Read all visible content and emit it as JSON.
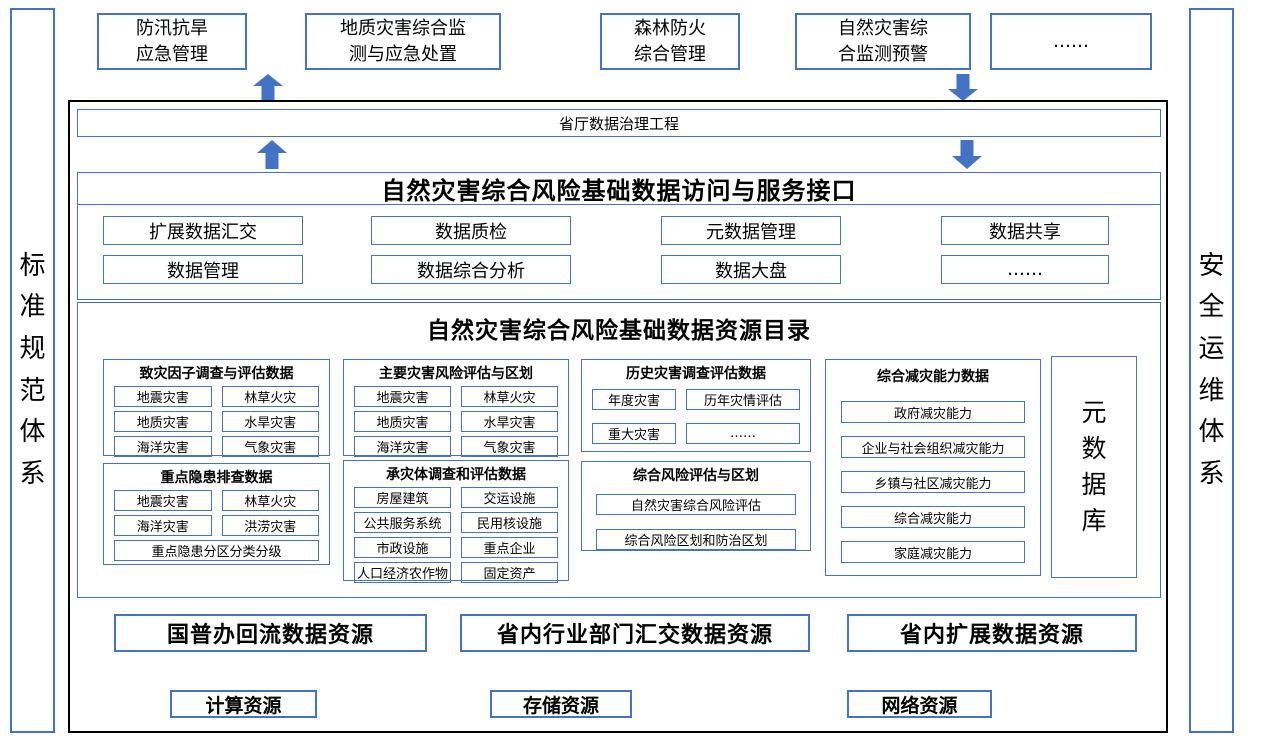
{
  "colors": {
    "border_blue": "#4472C4",
    "arrow_blue": "#4472C4",
    "frame_black": "#000000"
  },
  "pillars": {
    "left": "标准规范体系",
    "right": "安全运维体系"
  },
  "top_apps": [
    "防汛抗旱\n应急管理",
    "地质灾害综合监\n测与应急处置",
    "森林防火\n综合管理",
    "自然灾害综\n合监测预警",
    "……"
  ],
  "governance_bar": "省厅数据治理工程",
  "interface_title": "自然灾害综合风险基础数据访问与服务接口",
  "services": [
    "扩展数据汇交",
    "数据质检",
    "元数据管理",
    "数据共享",
    "数据管理",
    "数据综合分析",
    "数据大盘",
    "……"
  ],
  "catalog": {
    "title": "自然灾害综合风险基础数据资源目录",
    "groups": [
      {
        "title": "致灾因子调查与评估数据",
        "items": [
          "地震灾害",
          "林草火灾",
          "地质灾害",
          "水旱灾害",
          "海洋灾害",
          "气象灾害"
        ]
      },
      {
        "title": "重点隐患排查数据",
        "items": [
          "地震灾害",
          "林草火灾",
          "海洋灾害",
          "洪涝灾害"
        ],
        "wide_item": "重点隐患分区分类分级"
      },
      {
        "title": "主要灾害风险评估与区划",
        "items": [
          "地震灾害",
          "林草火灾",
          "地质灾害",
          "水旱灾害",
          "海洋灾害",
          "气象灾害"
        ]
      },
      {
        "title": "承灾体调查和评估数据",
        "items": [
          "房屋建筑",
          "交运设施",
          "公共服务系统",
          "民用核设施",
          "市政设施",
          "重点企业",
          "人口经济农作物",
          "固定资产"
        ]
      },
      {
        "title": "历史灾害调查评估数据",
        "items": [
          "年度灾害",
          "历年灾情评估",
          "重大灾害",
          "……"
        ]
      },
      {
        "title": "综合风险评估与区划",
        "wide_items": [
          "自然灾害综合风险评估",
          "综合风险区划和防治区划"
        ]
      },
      {
        "title": "综合减灾能力数据",
        "wide_items": [
          "政府减灾能力",
          "企业与社会组织减灾能力",
          "乡镇与社区减灾能力",
          "综合减灾能力",
          "家庭减灾能力"
        ]
      }
    ],
    "metadata_db": "元数据库"
  },
  "data_sources": [
    "国普办回流数据资源",
    "省内行业部门汇交数据资源",
    "省内扩展数据资源"
  ],
  "infra_resources": [
    "计算资源",
    "存储资源",
    "网络资源"
  ]
}
